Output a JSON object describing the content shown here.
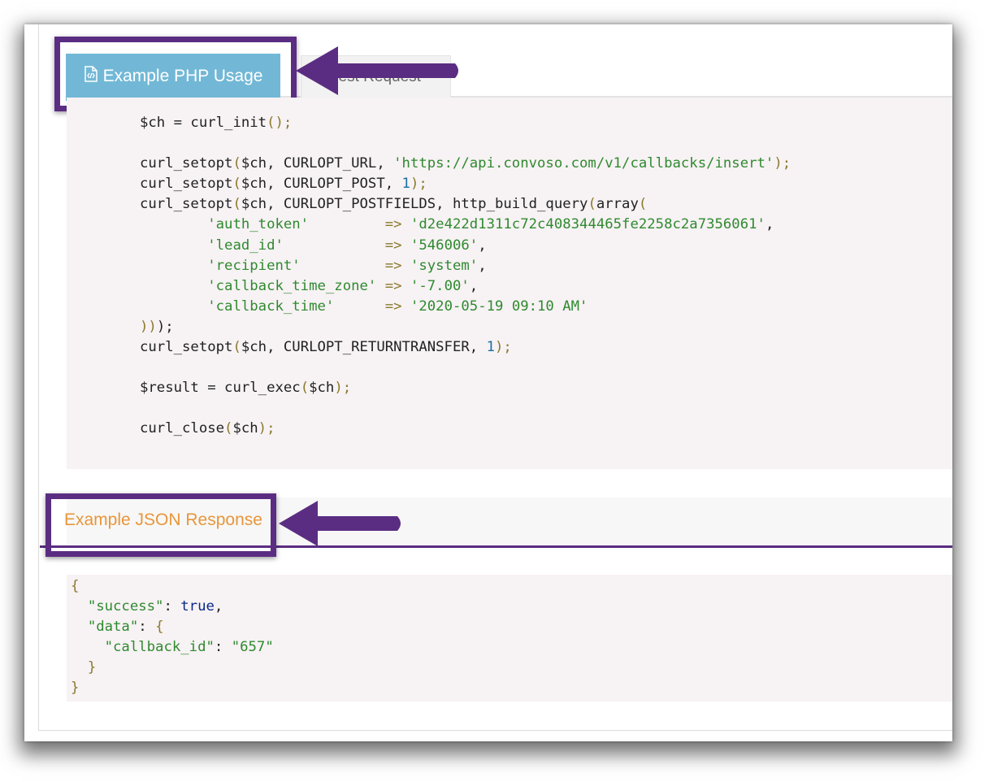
{
  "tabs": {
    "php_usage_label": "Example PHP Usage",
    "test_request_label": "Test Request",
    "php_icon": "file-code-icon"
  },
  "php_code": [
    [
      [
        "t",
        "$ch = curl_init"
      ],
      [
        "p",
        "();"
      ]
    ],
    [],
    [
      [
        "t",
        "curl_setopt"
      ],
      [
        "p",
        "("
      ],
      [
        "t",
        "$ch, CURLOPT_URL, "
      ],
      [
        "s",
        "'https://api.convoso.com/v1/callbacks/insert'"
      ],
      [
        "p",
        ");"
      ]
    ],
    [
      [
        "t",
        "curl_setopt"
      ],
      [
        "p",
        "("
      ],
      [
        "t",
        "$ch, CURLOPT_POST, "
      ],
      [
        "n",
        "1"
      ],
      [
        "p",
        ");"
      ]
    ],
    [
      [
        "t",
        "curl_setopt"
      ],
      [
        "p",
        "("
      ],
      [
        "t",
        "$ch, CURLOPT_POSTFIELDS, http_build_query"
      ],
      [
        "p",
        "("
      ],
      [
        "t",
        "array"
      ],
      [
        "p",
        "("
      ]
    ],
    [
      [
        "t",
        "        "
      ],
      [
        "s",
        "'auth_token'"
      ],
      [
        "t",
        "         "
      ],
      [
        "o",
        "=>"
      ],
      [
        "t",
        " "
      ],
      [
        "s",
        "'d2e422d1311c72c408344465fe2258c2a7356061'"
      ],
      [
        "t",
        ","
      ]
    ],
    [
      [
        "t",
        "        "
      ],
      [
        "s",
        "'lead_id'"
      ],
      [
        "t",
        "            "
      ],
      [
        "o",
        "=>"
      ],
      [
        "t",
        " "
      ],
      [
        "s",
        "'546006'"
      ],
      [
        "t",
        ","
      ]
    ],
    [
      [
        "t",
        "        "
      ],
      [
        "s",
        "'recipient'"
      ],
      [
        "t",
        "          "
      ],
      [
        "o",
        "=>"
      ],
      [
        "t",
        " "
      ],
      [
        "s",
        "'system'"
      ],
      [
        "t",
        ","
      ]
    ],
    [
      [
        "t",
        "        "
      ],
      [
        "s",
        "'callback_time_zone'"
      ],
      [
        "t",
        " "
      ],
      [
        "o",
        "=>"
      ],
      [
        "t",
        " "
      ],
      [
        "s",
        "'-7.00'"
      ],
      [
        "t",
        ","
      ]
    ],
    [
      [
        "t",
        "        "
      ],
      [
        "s",
        "'callback_time'"
      ],
      [
        "t",
        "      "
      ],
      [
        "o",
        "=>"
      ],
      [
        "t",
        " "
      ],
      [
        "s",
        "'2020-05-19 09:10 AM'"
      ]
    ],
    [
      [
        "p",
        "))"
      ],
      [
        "t",
        ");"
      ]
    ],
    [
      [
        "t",
        "curl_setopt"
      ],
      [
        "p",
        "("
      ],
      [
        "t",
        "$ch, CURLOPT_RETURNTRANSFER, "
      ],
      [
        "n",
        "1"
      ],
      [
        "p",
        ");"
      ]
    ],
    [],
    [
      [
        "t",
        "$result = curl_exec"
      ],
      [
        "p",
        "("
      ],
      [
        "t",
        "$ch"
      ],
      [
        "p",
        ");"
      ]
    ],
    [],
    [
      [
        "t",
        "curl_close"
      ],
      [
        "p",
        "("
      ],
      [
        "t",
        "$ch"
      ],
      [
        "p",
        ");"
      ]
    ]
  ],
  "json_section": {
    "title": "Example JSON Response"
  },
  "json_code": [
    [
      [
        "p",
        "{"
      ]
    ],
    [
      [
        "t",
        "  "
      ],
      [
        "s",
        "\"success\""
      ],
      [
        "t",
        ": "
      ],
      [
        "b",
        "true"
      ],
      [
        "t",
        ","
      ]
    ],
    [
      [
        "t",
        "  "
      ],
      [
        "s",
        "\"data\""
      ],
      [
        "t",
        ": "
      ],
      [
        "p",
        "{"
      ]
    ],
    [
      [
        "t",
        "    "
      ],
      [
        "s",
        "\"callback_id\""
      ],
      [
        "t",
        ": "
      ],
      [
        "s",
        "\"657\""
      ]
    ],
    [
      [
        "t",
        "  "
      ],
      [
        "p",
        "}"
      ]
    ],
    [
      [
        "p",
        "}"
      ]
    ]
  ],
  "colors": {
    "annotation_purple": "#5b2d82",
    "tab_active_blue": "#72b8d6",
    "json_title_orange": "#e8963a"
  }
}
